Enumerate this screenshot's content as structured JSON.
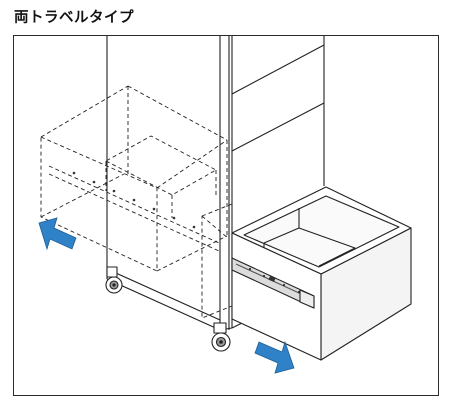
{
  "title": "両トラベルタイプ",
  "illustration": {
    "subject": "double-travel-drawer-cabinet",
    "arrow_color": "#2f82c8",
    "line_color": "#222222",
    "drawer_face_color": "#f4f4f4",
    "arrows": [
      {
        "name": "arrow-left-icon",
        "direction": "left"
      },
      {
        "name": "arrow-right-icon",
        "direction": "right"
      }
    ]
  }
}
